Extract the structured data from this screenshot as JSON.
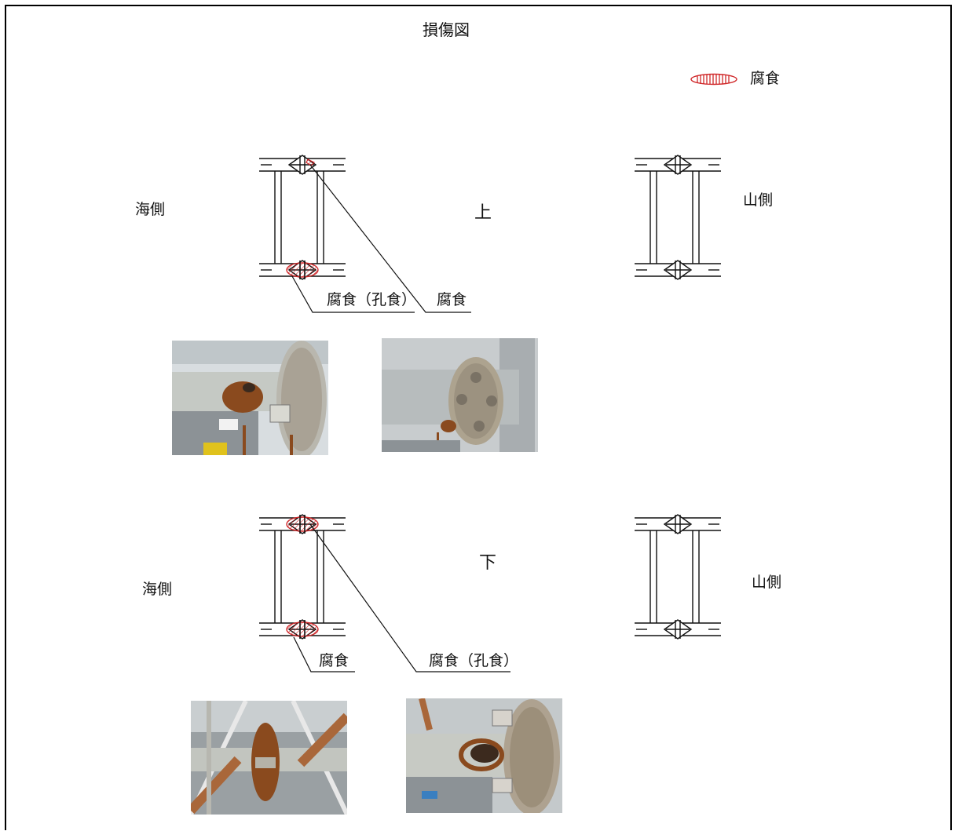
{
  "title": "損傷図",
  "legend": {
    "label": "腐食",
    "color": "#d0282a"
  },
  "upper": {
    "position_label": "上",
    "left_side": "海側",
    "right_side": "山側",
    "callout_pitting": "腐食（孔食）",
    "callout_corrosion": "腐食"
  },
  "lower": {
    "position_label": "下",
    "left_side": "海側",
    "right_side": "山側",
    "callout_corrosion": "腐食",
    "callout_pitting": "腐食（孔食）"
  },
  "colors": {
    "line": "#111111",
    "corrosion": "#d0282a",
    "rust": "#8a4a1e",
    "steel": "#c9ccc8"
  }
}
